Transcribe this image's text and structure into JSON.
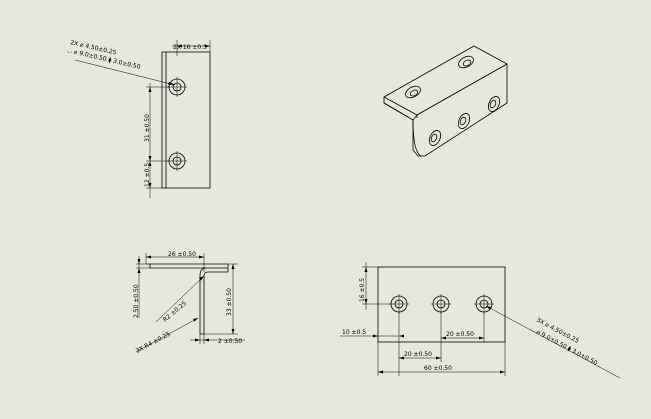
{
  "views": {
    "front": {
      "callout_line1": "2X ⌀ 4.50±0.25",
      "callout_line2": "⌴ ⌀ 9.0±0.50 ⧫ 3.0±0.50",
      "dim_top": "2X 16 ±0.5",
      "dim_left": "31 ±0.50",
      "dim_bottom": "12 ±0.5"
    },
    "side": {
      "dim_top": "26 ±0.50",
      "dim_left": "2.50 ±0.50",
      "dim_right": "33 ±0.50",
      "dim_radius": "R2 ±0.25",
      "dim_outer_radius": "3X R4 ±0.25",
      "dim_thickness": "2 ±0.50"
    },
    "bottom": {
      "dim_left_v": "16 ±0.5",
      "dim_edge": "10 ±0.5",
      "dim_spacing_right": "20 ±0.50",
      "dim_spacing_left": "20 ±0.50",
      "dim_overall": "60 ±0.50",
      "callout_line1": "3X ⌀ 4.50±0.25",
      "callout_line2": "⌴ ⌀ 9.0±0.50 ⧫ 3.0±0.50"
    }
  }
}
